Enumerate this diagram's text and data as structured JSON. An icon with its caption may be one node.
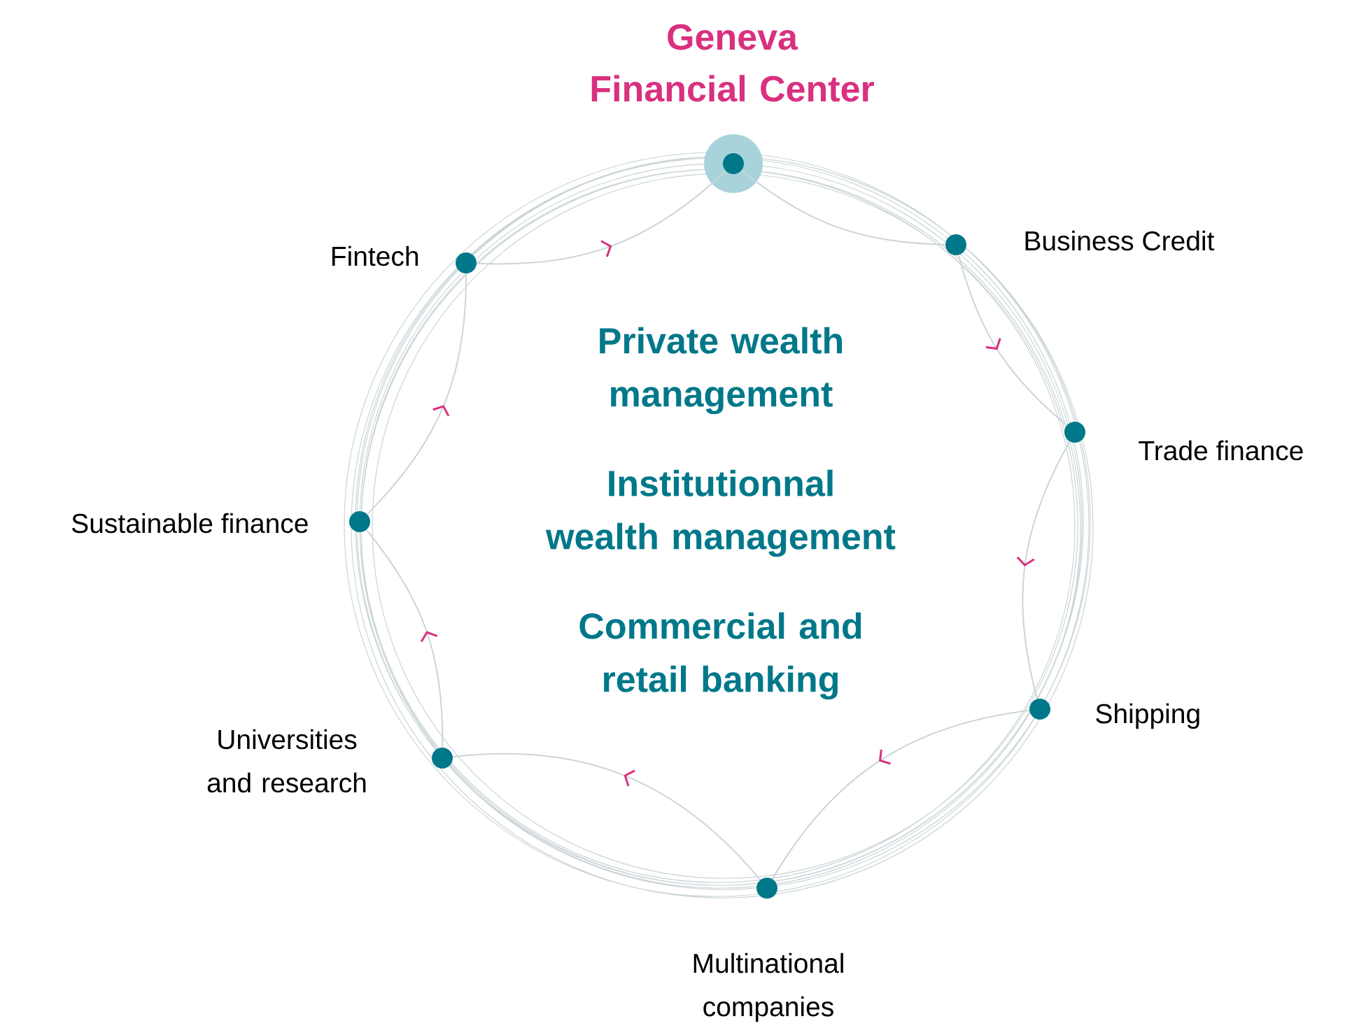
{
  "diagram": {
    "nodes": [
      {
        "text": [
          "Geneva Financial Center"
        ]
      },
      {
        "text": [
          "Business Credit"
        ]
      },
      {
        "text": [
          "Trade finance"
        ]
      },
      {
        "text": [
          "Shipping"
        ]
      },
      {
        "text": [
          "Multinational companies"
        ]
      },
      {
        "text": [
          "Universities and research"
        ]
      },
      {
        "text": [
          "Sustainable finance"
        ]
      },
      {
        "text": [
          "Fintech"
        ]
      }
    ],
    "edges": [
      {
        "from": 0,
        "to": 1,
        "arrow": "none"
      },
      {
        "from": 1,
        "to": 2,
        "arrow": "to"
      },
      {
        "from": 2,
        "to": 3,
        "arrow": "to"
      },
      {
        "from": 3,
        "to": 4,
        "arrow": "to"
      },
      {
        "from": 4,
        "to": 5,
        "arrow": "to"
      },
      {
        "from": 5,
        "to": 6,
        "arrow": "to"
      },
      {
        "from": 6,
        "to": 7,
        "arrow": "to"
      },
      {
        "from": 7,
        "to": 0,
        "arrow": "to"
      }
    ],
    "labels": [
      "Private wealth management",
      "Institutionnal wealth management",
      "Commercial and retail banking"
    ]
  }
}
